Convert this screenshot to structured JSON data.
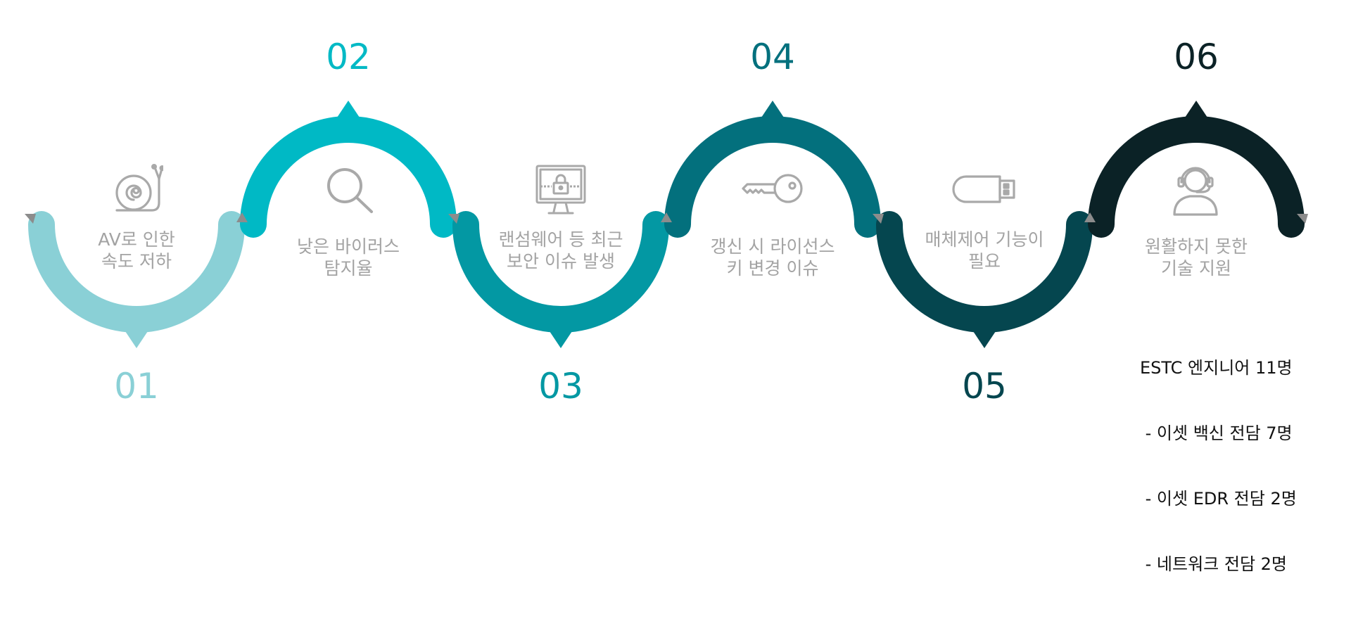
{
  "steps": [
    {
      "number": "01",
      "lines": [
        "AV로 인한",
        "속도 저하"
      ],
      "icon": "snail-icon",
      "color": "#8ad0d6"
    },
    {
      "number": "02",
      "lines": [
        "낮은 바이러스",
        "탐지율"
      ],
      "icon": "magnifier-icon",
      "color": "#00b9c5"
    },
    {
      "number": "03",
      "lines": [
        "랜섬웨어 등 최근",
        "보안 이슈 발생"
      ],
      "icon": "locked-monitor-icon",
      "color": "#0398a3"
    },
    {
      "number": "04",
      "lines": [
        "갱신 시 라이선스",
        "키 변경 이슈"
      ],
      "icon": "key-icon",
      "color": "#03707d"
    },
    {
      "number": "05",
      "lines": [
        "매체제어 기능이",
        "필요"
      ],
      "icon": "usb-drive-icon",
      "color": "#05464f"
    },
    {
      "number": "06",
      "lines": [
        "원활하지 못한",
        "기술 지원"
      ],
      "icon": "support-headset-icon",
      "color": "#0b2226"
    }
  ],
  "note": {
    "lines": [
      "ESTC 엔지니어 11명",
      " - 이셋 백신 전담 7명",
      " - 이셋 EDR 전담 2명",
      " - 네트워크 전담 2명"
    ]
  }
}
